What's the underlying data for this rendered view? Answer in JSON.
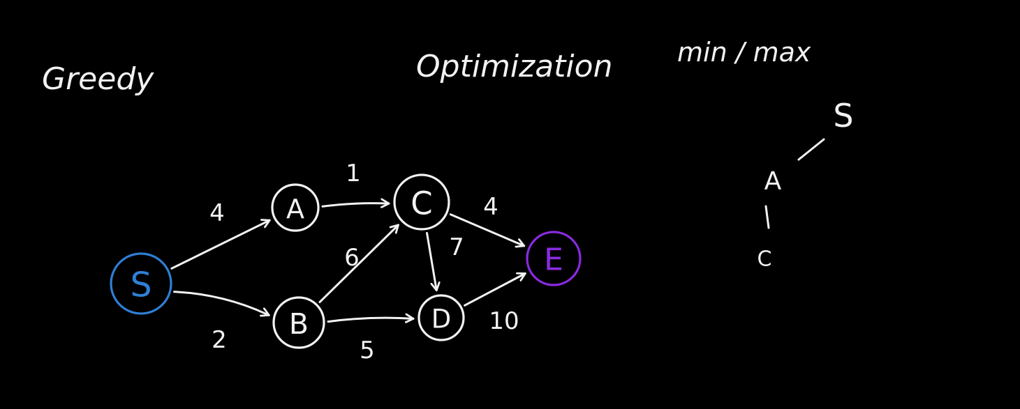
{
  "headings": {
    "greedy": "Greedy",
    "optimization": "Optimization",
    "minmax": "min / max"
  },
  "colors": {
    "background": "#000000",
    "chalk": "#f2f2f2",
    "start_node": "#2f7fd6",
    "end_node": "#8a2be2"
  },
  "graph": {
    "nodes": [
      {
        "id": "S",
        "label": "S",
        "role": "start"
      },
      {
        "id": "A",
        "label": "A",
        "role": "normal"
      },
      {
        "id": "B",
        "label": "B",
        "role": "normal"
      },
      {
        "id": "C",
        "label": "C",
        "role": "normal"
      },
      {
        "id": "D",
        "label": "D",
        "role": "normal"
      },
      {
        "id": "E",
        "label": "E",
        "role": "end"
      }
    ],
    "edges": [
      {
        "from": "S",
        "to": "A",
        "weight": "4"
      },
      {
        "from": "S",
        "to": "B",
        "weight": "2"
      },
      {
        "from": "A",
        "to": "C",
        "weight": "1"
      },
      {
        "from": "B",
        "to": "C",
        "weight": "6"
      },
      {
        "from": "B",
        "to": "D",
        "weight": "5"
      },
      {
        "from": "C",
        "to": "D",
        "weight": "7"
      },
      {
        "from": "C",
        "to": "E",
        "weight": "4"
      },
      {
        "from": "D",
        "to": "E",
        "weight": "10"
      }
    ]
  },
  "greedy_path": {
    "nodes": [
      "S",
      "A",
      "C"
    ]
  }
}
